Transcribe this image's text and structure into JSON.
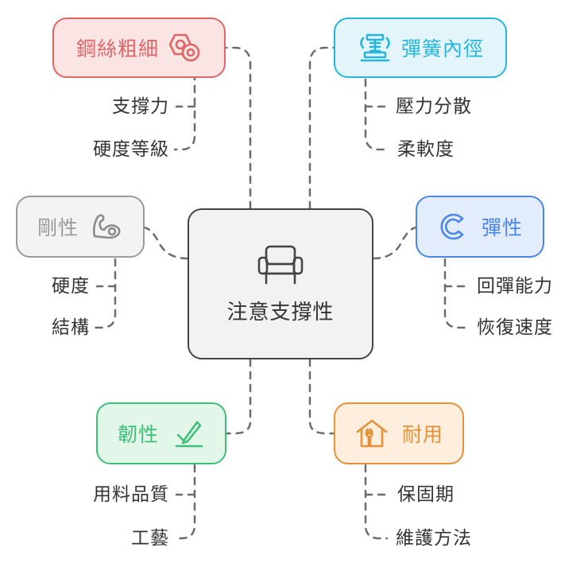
{
  "center": {
    "label": "注意支撐性"
  },
  "nodes": {
    "steel": {
      "label": "鋼絲粗細",
      "color": "#e06666",
      "subs": [
        "支撐力",
        "硬度等級"
      ]
    },
    "diam": {
      "label": "彈簧內徑",
      "color": "#25b6dc",
      "subs": [
        "壓力分散",
        "柔軟度"
      ]
    },
    "rigid": {
      "label": "剛性",
      "color": "#9a9a9a",
      "subs": [
        "硬度",
        "結構"
      ]
    },
    "elastic": {
      "label": "彈性",
      "color": "#4a86e8",
      "subs": [
        "回彈能力",
        "恢復速度"
      ]
    },
    "tough": {
      "label": "韌性",
      "color": "#3dbf78",
      "subs": [
        "用料品質",
        "工藝"
      ]
    },
    "durable": {
      "label": "耐用",
      "color": "#e69138",
      "subs": [
        "保固期",
        "維護方法"
      ]
    }
  },
  "icons": [
    "nut-bolt-icon",
    "spring-press-icon",
    "flexed-arm-icon",
    "elastic-c-icon",
    "pen-sign-icon",
    "house-wrench-icon",
    "armchair-icon"
  ]
}
